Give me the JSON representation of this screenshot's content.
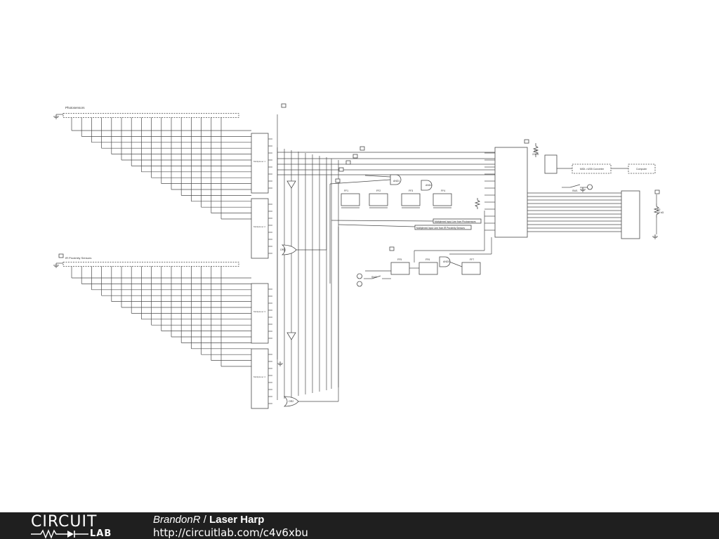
{
  "schematic": {
    "photosensors_label": "Photosensors",
    "ir_label": "IR Proximity Sensors",
    "mux_labels": [
      "Multiplexer 1",
      "Multiplexer 2",
      "Multiplexer 3",
      "Multiplexer 4"
    ],
    "or_gates": [
      "OR1",
      "OR2"
    ],
    "and_gates": [
      "AND1",
      "AND2",
      "AND3"
    ],
    "flipflops": [
      "FF1",
      "FF2",
      "FF3",
      "FF4",
      "FF5",
      "FF6",
      "FF7"
    ],
    "note_photo": "Multiplexed Input Line from Photosensors",
    "note_ir": "Multiplexed Input Line from IR Proximity Sensors",
    "midi_converter": "MIDI->USB Converter",
    "computer": "Computer",
    "resistor_r1": "R1",
    "resistor_r1_value": "220 Ω",
    "sw1": "SW1",
    "sw2": "SW2",
    "r2_label": "R2",
    "r2_value": "10 kΩ"
  },
  "footer": {
    "logo_top": "CIRCUIT",
    "logo_bottom": "LAB",
    "author": "BrandonR",
    "separator": " / ",
    "title": "Laser Harp",
    "url": "http://circuitlab.com/c4v6xbu"
  },
  "colors": {
    "footer_bg": "#1f1f1f",
    "wire": "#4a4a4a"
  }
}
